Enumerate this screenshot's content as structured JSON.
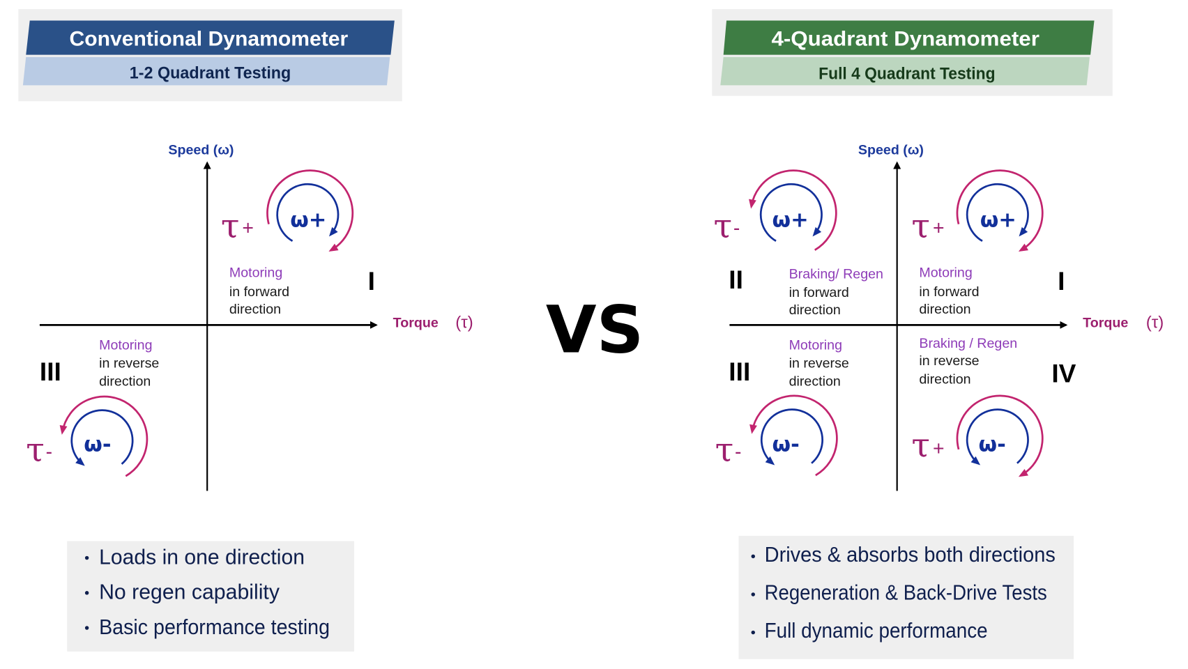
{
  "colors": {
    "left_header": "#2a5188",
    "left_sub": "#b9cbe4",
    "right_header": "#3e7d44",
    "right_sub": "#bcd6bf",
    "speed": "#1c3a9c",
    "torque": "#9c1f6e",
    "mode": "#8e3cb8",
    "bullet_text": "#0f1f4d",
    "panel_bg": "#efefef"
  },
  "left": {
    "title": "Conventional Dynamometer",
    "subtitle": "1-2 Quadrant Testing",
    "speed_axis": "Speed (ω)",
    "torque_axis": "Torque",
    "torque_symbol": "(τ)",
    "quadrants": {
      "q1": {
        "roman": "I",
        "mode": "Motoring",
        "line1": "in forward",
        "line2": "direction",
        "tau": "τ",
        "tau_sign": "+",
        "omega": "ω+"
      },
      "q3": {
        "roman": "III",
        "mode": "Motoring",
        "line1": "in reverse",
        "line2": "direction",
        "tau": "τ",
        "tau_sign": "-",
        "omega": "ω-"
      }
    },
    "bullets": [
      "Loads in one direction",
      "No regen capability",
      "Basic performance testing"
    ]
  },
  "vs": "VS",
  "right": {
    "title": "4-Quadrant Dynamometer",
    "subtitle": "Full 4 Quadrant Testing",
    "speed_axis": "Speed (ω)",
    "torque_axis": "Torque",
    "torque_symbol": "(τ)",
    "quadrants": {
      "q1": {
        "roman": "I",
        "mode": "Motoring",
        "line1": "in forward",
        "line2": "direction",
        "tau": "τ",
        "tau_sign": "+",
        "omega": "ω+"
      },
      "q2": {
        "roman": "II",
        "mode": "Braking/ Regen",
        "line1": "in forward",
        "line2": "direction",
        "tau": "τ",
        "tau_sign": "-",
        "omega": "ω+"
      },
      "q3": {
        "roman": "III",
        "mode": "Motoring",
        "line1": "in reverse",
        "line2": "direction",
        "tau": "τ",
        "tau_sign": "-",
        "omega": "ω-"
      },
      "q4": {
        "roman": "IV",
        "mode": "Braking / Regen",
        "line1": "in reverse",
        "line2": "direction",
        "tau": "τ",
        "tau_sign": "+",
        "omega": "ω-"
      }
    },
    "bullets": [
      "Drives & absorbs both directions",
      "Regeneration & Back-Drive Tests",
      "Full dynamic performance"
    ]
  }
}
